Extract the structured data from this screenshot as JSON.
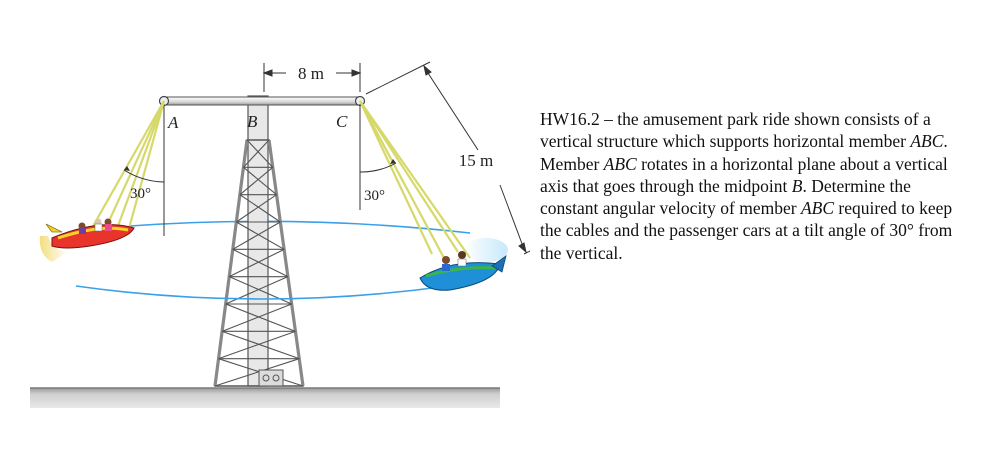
{
  "figure": {
    "dimension_top": "8 m",
    "dimension_cable": "15 m",
    "label_a": "A",
    "label_b": "B",
    "label_c": "C",
    "angle_left": "30°",
    "angle_right": "30°"
  },
  "problem": {
    "part1": "HW16.2 – the amusement park ride shown consists of a vertical structure which supports horizontal member ",
    "math1": "ABC",
    "part2": ". Member ",
    "math2": "ABC",
    "part3": " rotates in a horizontal plane about a vertical axis that goes through the midpoint ",
    "math3": "B",
    "part4": ". Determine the constant angular velocity of member ",
    "math4": "ABC",
    "part5": " required to keep the cables and the passenger cars at a tilt angle of 30° from the vertical."
  },
  "colors": {
    "cable": "#d6d96a",
    "orbit": "#3aa0e8",
    "tower": "#e6e6e6",
    "tower_edge": "#555555",
    "car_left_body": "#e8342a",
    "car_left_stripe": "#f2d32a",
    "car_right_body": "#1f8fd8",
    "car_right_stripe": "#39b54a",
    "ground": "#bdbdbd"
  }
}
